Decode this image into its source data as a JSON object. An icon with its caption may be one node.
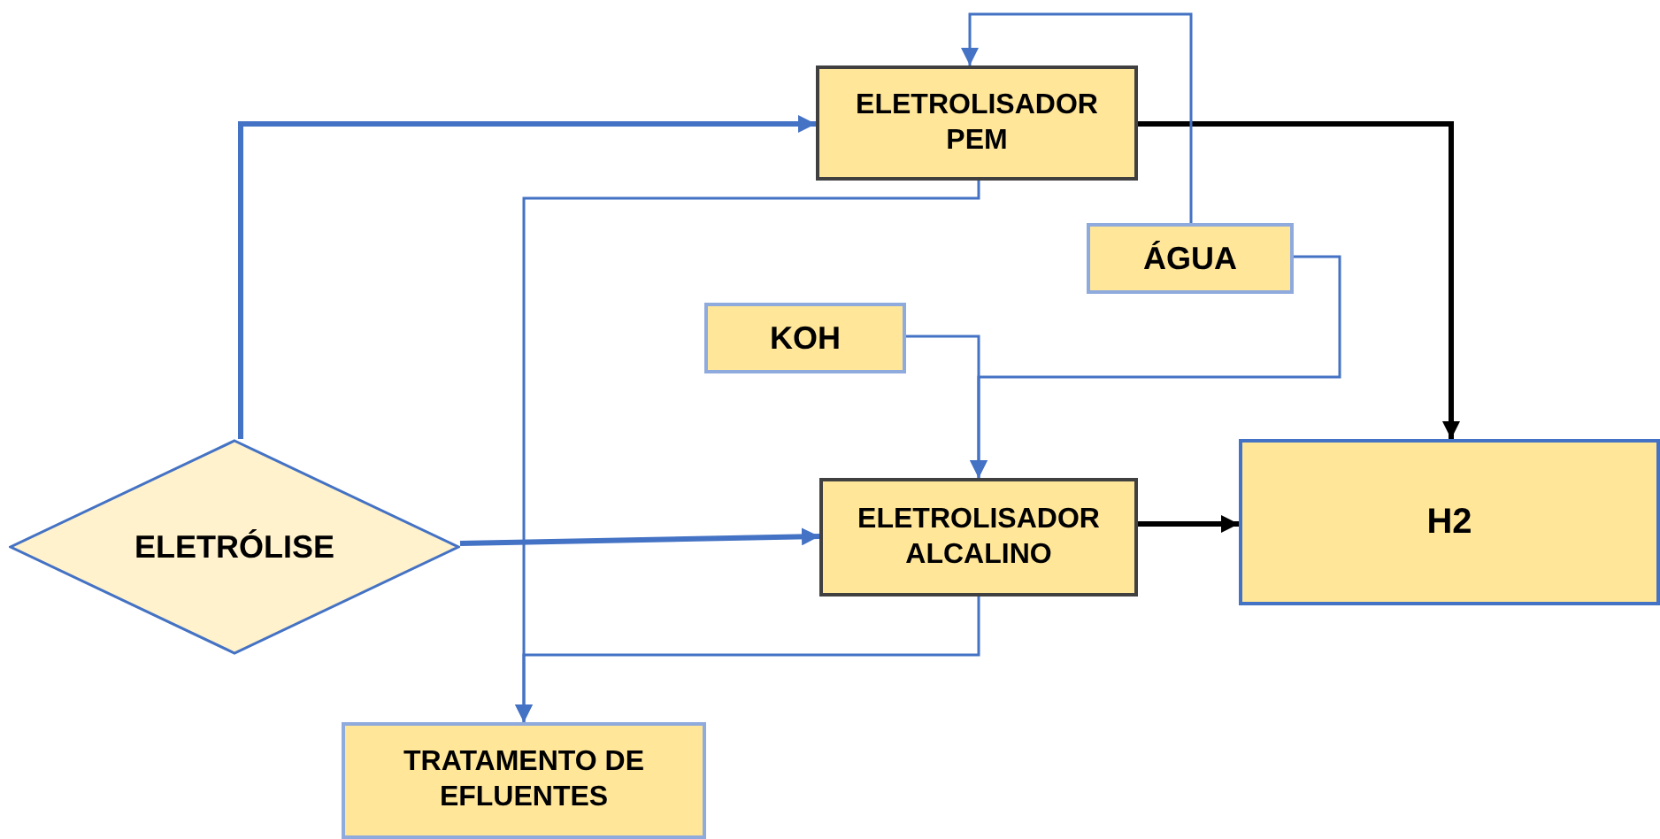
{
  "diagram": {
    "nodes": [
      {
        "text": [
          "ELETRÓLISE"
        ]
      },
      {
        "text": [
          "ELETROLISADOR PEM"
        ]
      },
      {
        "text": [
          "ÁGUA"
        ]
      },
      {
        "text": [
          "KOH"
        ]
      },
      {
        "text": [
          "ELETROLISADOR ALCALINO"
        ]
      },
      {
        "text": [
          "H2"
        ]
      },
      {
        "text": [
          "TRATAMENTO DE EFLUENTES"
        ]
      }
    ],
    "edges": [
      {
        "from": 0,
        "to": 1,
        "arrow": "to",
        "style": "thick"
      },
      {
        "from": 0,
        "to": 4,
        "arrow": "to",
        "style": "thick"
      },
      {
        "from": 1,
        "to": 5,
        "arrow": "to",
        "style": "thick",
        "color": "#000000"
      },
      {
        "from": 4,
        "to": 5,
        "arrow": "to",
        "style": "thick",
        "color": "#000000"
      },
      {
        "from": 2,
        "to": 1,
        "arrow": "to"
      },
      {
        "from": 2,
        "to": 4,
        "arrow": "to"
      },
      {
        "from": 3,
        "to": 4,
        "arrow": "to"
      },
      {
        "from": 1,
        "to": 6,
        "arrow": "to"
      },
      {
        "from": 4,
        "to": 6,
        "arrow": "to"
      }
    ]
  }
}
